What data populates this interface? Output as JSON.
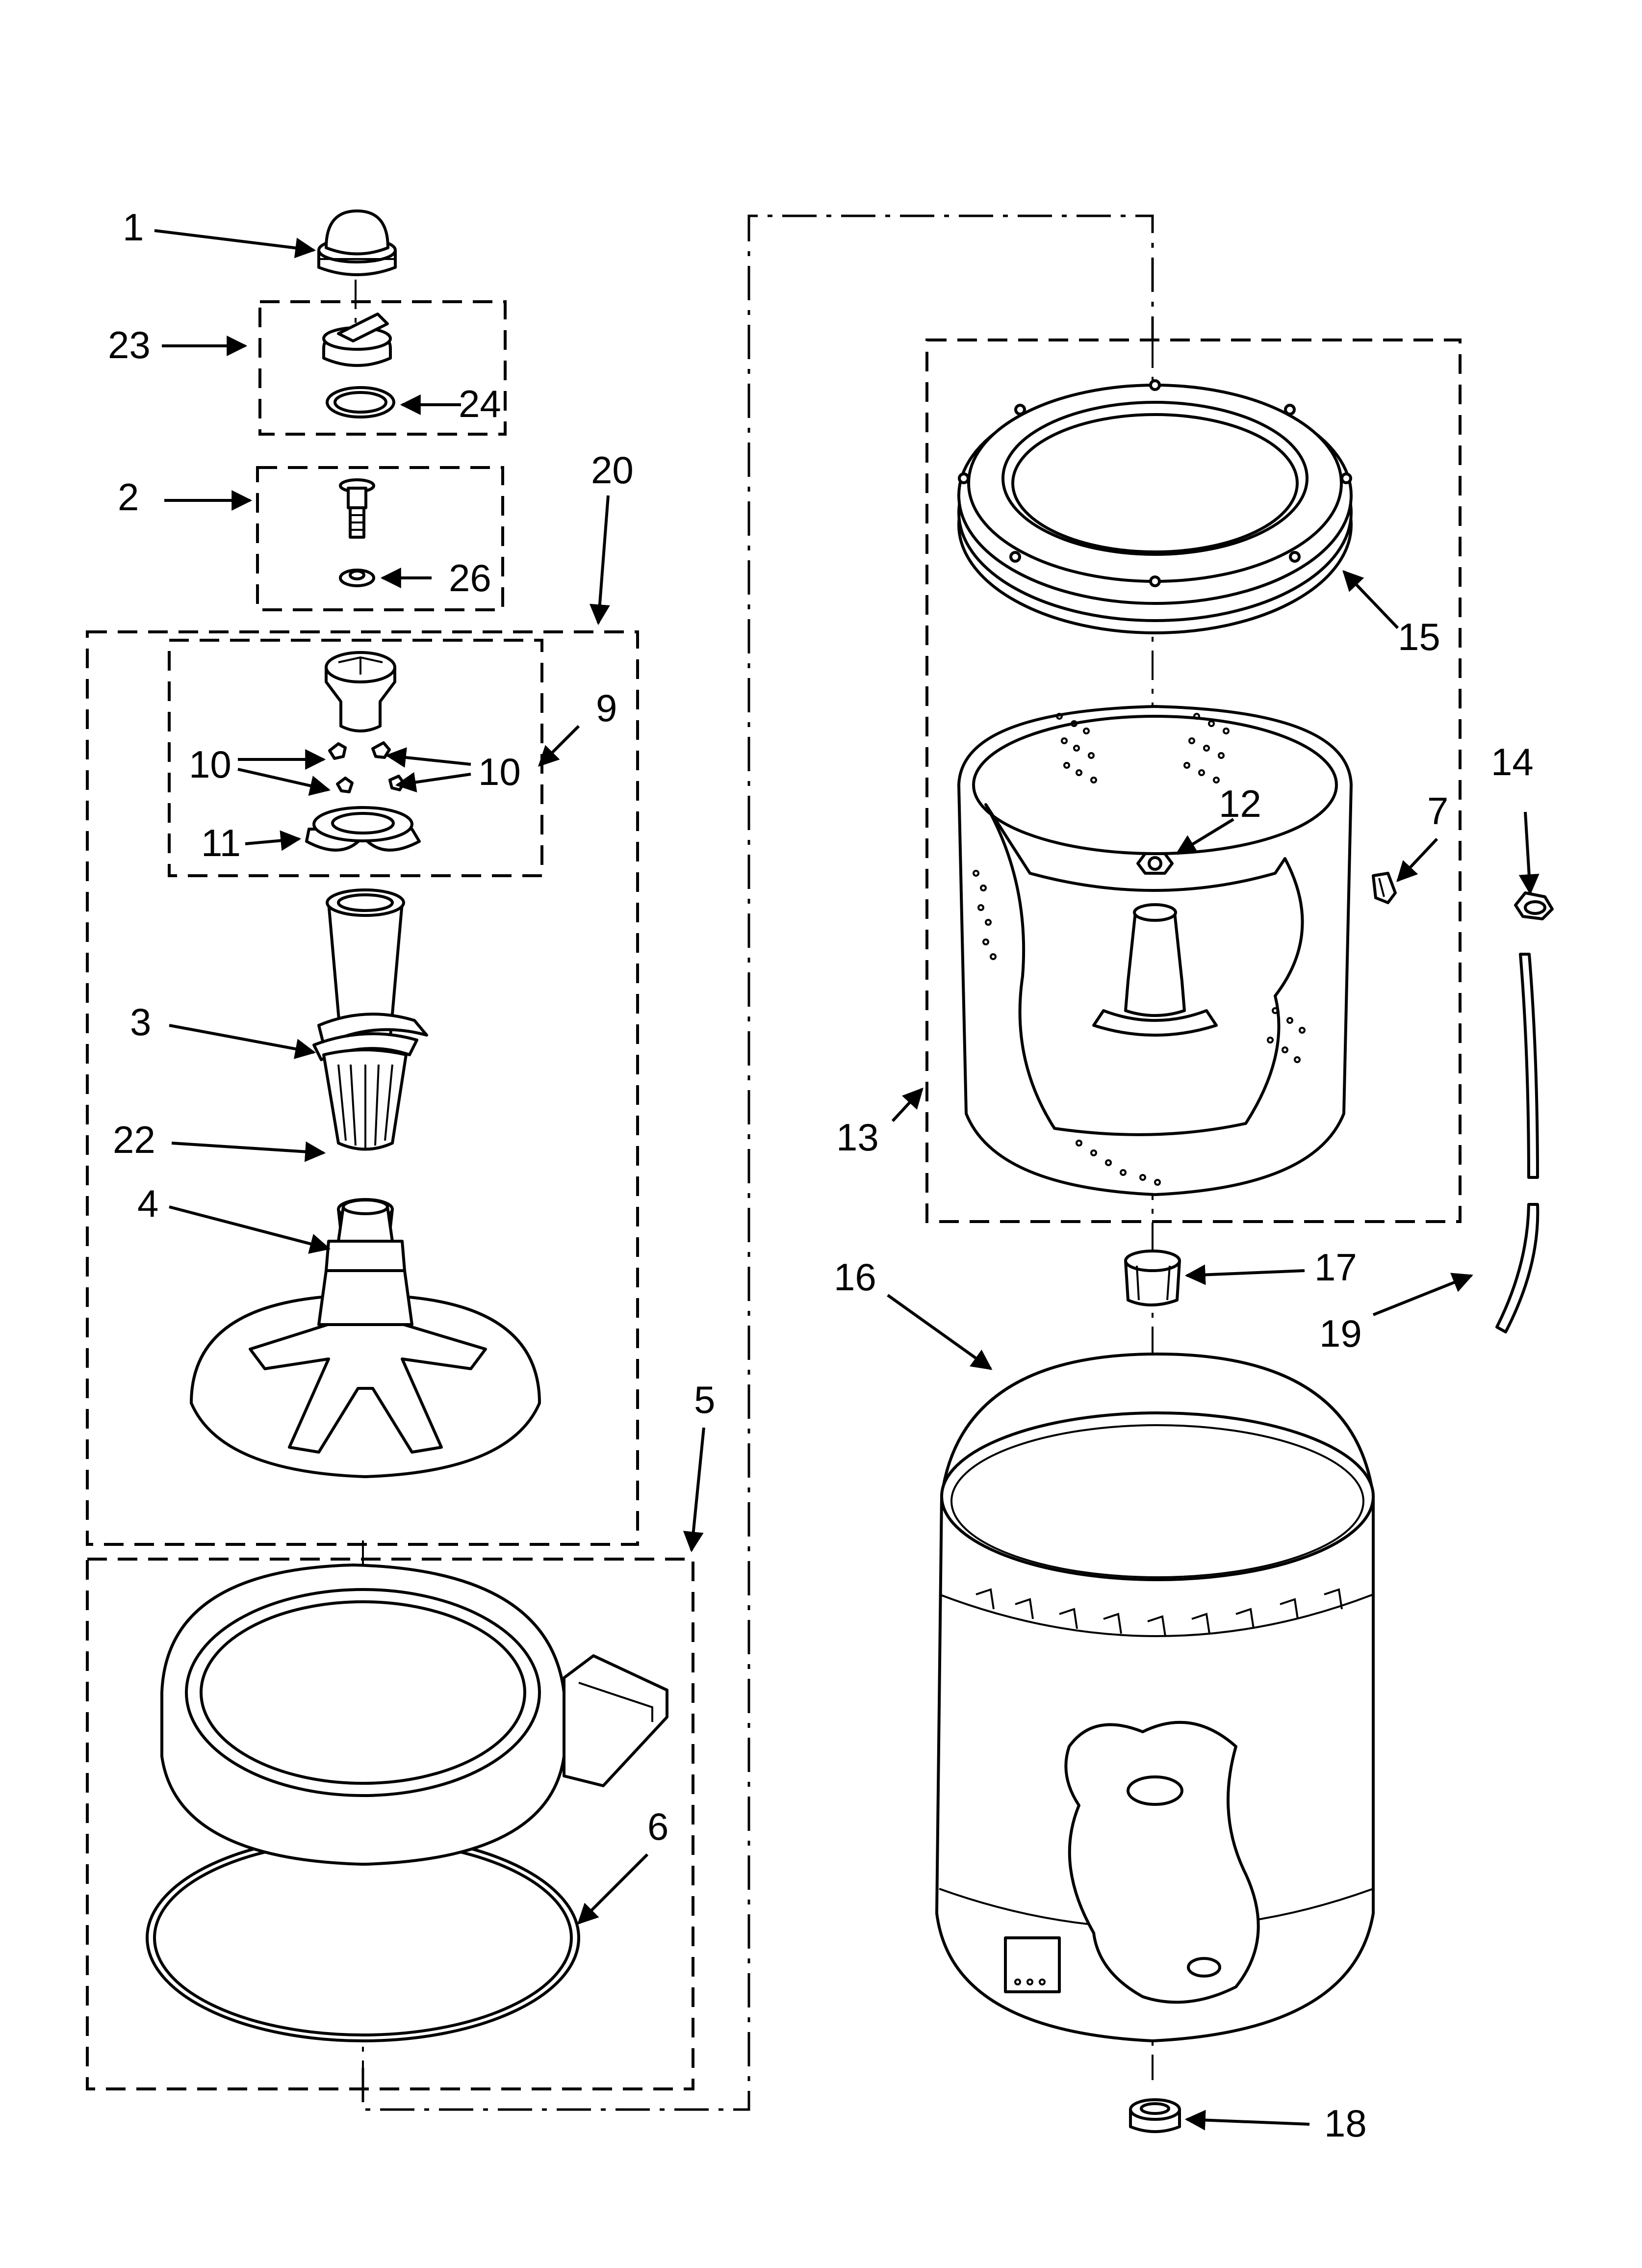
{
  "diagram": {
    "type": "exploded-parts-diagram",
    "callouts": [
      "1",
      "2",
      "3",
      "4",
      "5",
      "6",
      "7",
      "9",
      "10",
      "10",
      "11",
      "12",
      "13",
      "14",
      "15",
      "16",
      "17",
      "18",
      "19",
      "20",
      "22",
      "23",
      "24",
      "26"
    ]
  }
}
